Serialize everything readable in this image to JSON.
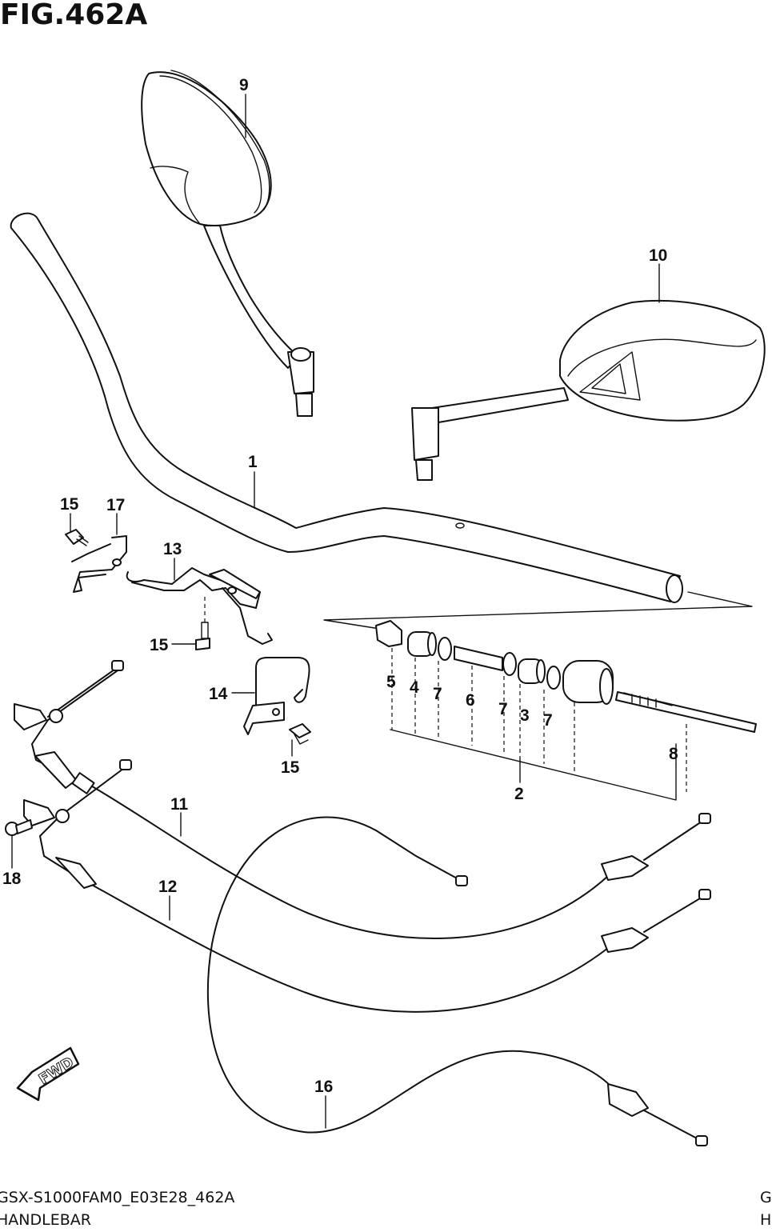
{
  "figure": {
    "title": "FIG.462A",
    "model_code": "GSX-S1000FAM0_E03E28_462A",
    "section_name": "HANDLEBAR",
    "right_edge_line1": "G",
    "right_edge_line2": "H"
  },
  "fwd_arrow": {
    "label": "FWD"
  },
  "callouts": {
    "c1": "1",
    "c2": "2",
    "c3": "3",
    "c4": "4",
    "c5": "5",
    "c6": "6",
    "c7a": "7",
    "c7b": "7",
    "c7c": "7",
    "c8": "8",
    "c9": "9",
    "c10": "10",
    "c11": "11",
    "c12": "12",
    "c13": "13",
    "c14": "14",
    "c15a": "15",
    "c15b": "15",
    "c15c": "15",
    "c16": "16",
    "c17": "17",
    "c18": "18"
  }
}
